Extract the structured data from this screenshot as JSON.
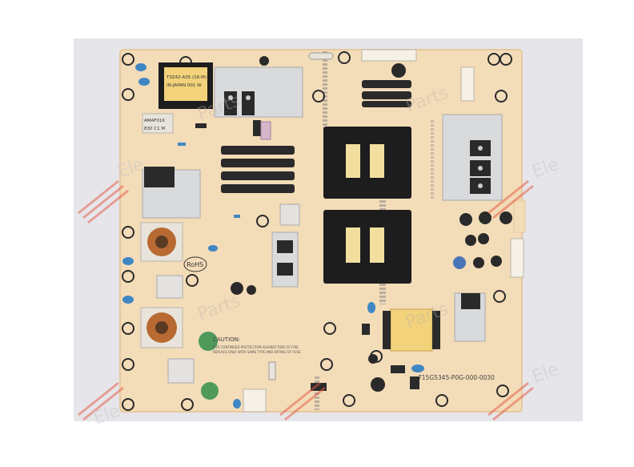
{
  "photo": {
    "subject": "power-supply-board",
    "colors": {
      "backdrop": "#e6e6ea",
      "pcb": "#f3dcb8",
      "pcb_edge": "#e7c89e",
      "heatsink": "#d9dadc",
      "transformer_black": "#1d1d1d",
      "transformer_core": "#f2dfa0",
      "capacitor_blue": "#3f86c4",
      "capacitor_black": "#2a2a2a",
      "coil_copper": "#b86a32",
      "varistor_green": "#4f9a5b",
      "relay_yellow": "#f2d27a",
      "watermark_red": "#e4553f"
    }
  },
  "board_text": {
    "model_number": "715G5345-P0G-000-0030",
    "rohs_mark": "RoHS",
    "caution_title": "CAUTION:",
    "caution_line1": "FOR CONTINUED PROTECTION AGAINST RISK OF FIRE",
    "caution_line2": "REPLACE ONLY WITH SAME TYPE AND RATING OF FUSE",
    "transformer_label_line1": "T3Z42-A35 (16-M)",
    "transformer_label_line2": "IN-JAPAN 001 W",
    "chip_label_line1": "AMAF01K",
    "chip_label_line2": "830 C1 M"
  },
  "watermark": {
    "brand_left": "Ele",
    "brand_right": "Parts"
  }
}
